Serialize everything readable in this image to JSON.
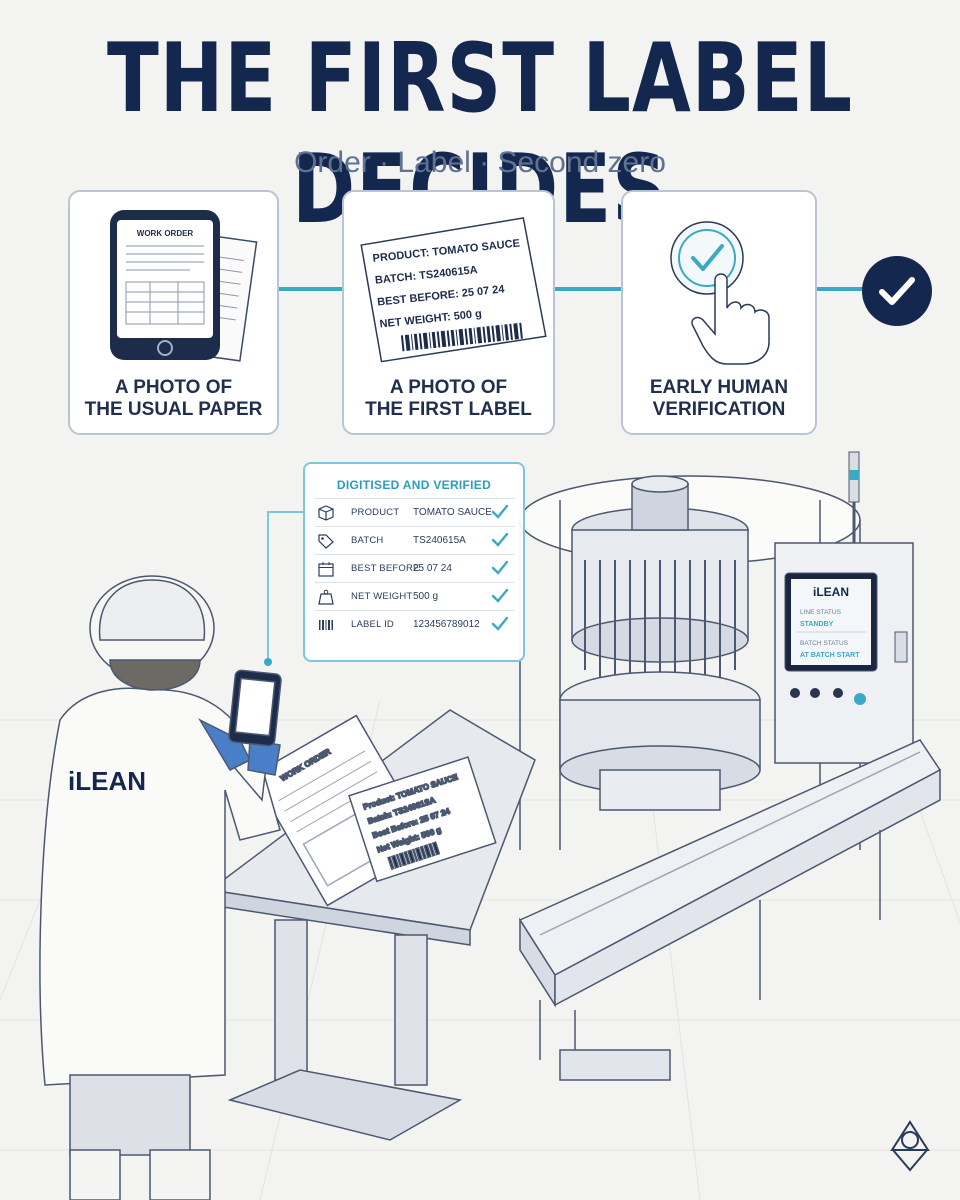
{
  "header": {
    "title": "THE FIRST LABEL DECIDES",
    "subtitle": "Order · Label · Second zero"
  },
  "steps": [
    {
      "caption_line1": "A PHOTO OF",
      "caption_line2": "THE USUAL PAPER",
      "icon": "phone-with-work-order-icon"
    },
    {
      "caption_line1": "A PHOTO OF",
      "caption_line2": "THE FIRST LABEL",
      "icon": "product-label-icon"
    },
    {
      "caption_line1": "EARLY HUMAN",
      "caption_line2": "VERIFICATION",
      "icon": "touch-check-icon"
    }
  ],
  "phone_doc": {
    "title": "WORK ORDER"
  },
  "label_card": {
    "line1": "PRODUCT: TOMATO SAUCE",
    "line2": "BATCH:  TS240615A",
    "line3": "BEST BEFORE:  25 07 24",
    "line4": "NET WEIGHT:   500 g"
  },
  "verification_panel": {
    "title": "DIGITISED AND VERIFIED",
    "rows": [
      {
        "label": "PRODUCT",
        "value": "TOMATO SAUCE",
        "icon": "box-icon"
      },
      {
        "label": "BATCH",
        "value": "TS240615A",
        "icon": "tag-icon"
      },
      {
        "label": "BEST BEFORE",
        "value": "25 07 24",
        "icon": "calendar-icon"
      },
      {
        "label": "NET WEIGHT",
        "value": "500 g",
        "icon": "weight-icon"
      },
      {
        "label": "LABEL ID",
        "value": "123456789012",
        "icon": "barcode-icon"
      }
    ]
  },
  "operator": {
    "coat_logo": "iLEAN"
  },
  "desk": {
    "work_order_title": "WORK ORDER",
    "label_line1": "Product: TOMATO SAUCE",
    "label_line2": "Batch:  TS24061SA",
    "label_line3": "Best Before: 25 07 24",
    "label_line4": "Net Weight:   500 g"
  },
  "machine_screen": {
    "brand": "iLEAN",
    "line_status_label": "LINE STATUS",
    "line_status_value": "STANDBY",
    "batch_status_label": "BATCH STATUS",
    "batch_status_value": "AT BATCH START"
  },
  "colors": {
    "navy": "#14284f",
    "accent": "#3aa9c6",
    "line": "#b9c4d4"
  }
}
